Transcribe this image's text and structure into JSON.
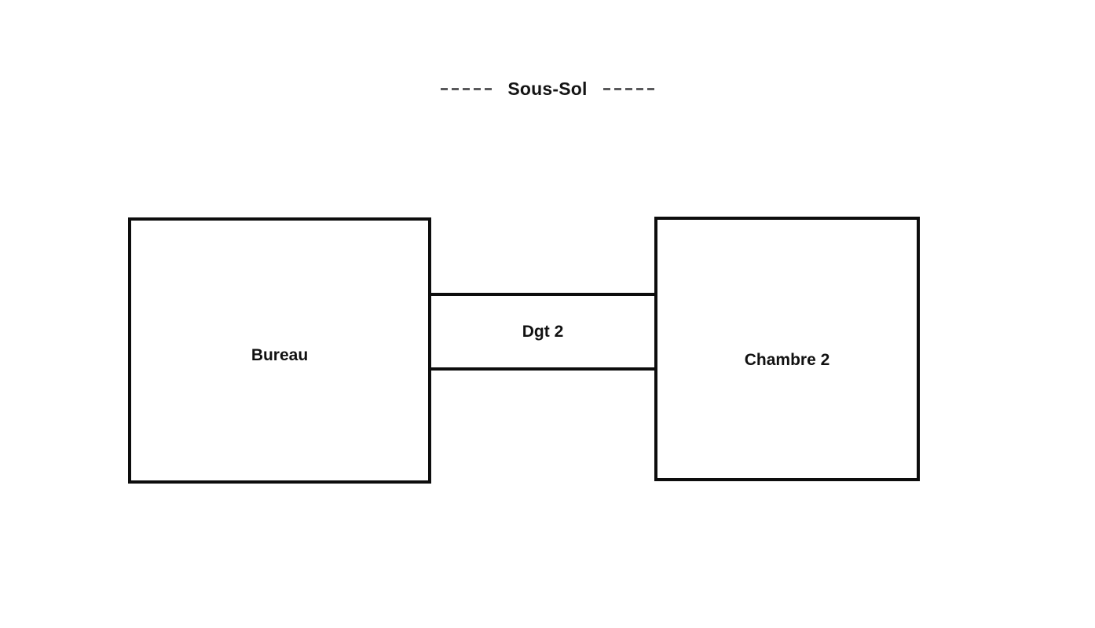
{
  "plan": {
    "title": {
      "text": "Sous-Sol",
      "left_dashes": 5,
      "right_dashes": 5,
      "dash_color": "#59595b",
      "text_color": "#141414"
    },
    "background_color": "#ffffff",
    "wall_color": "#0d0d0d",
    "rooms": [
      {
        "id": "bureau",
        "label": "Bureau",
        "shape": "rectangle"
      },
      {
        "id": "chambre2",
        "label": "Chambre 2",
        "shape": "rectangle"
      }
    ],
    "corridor": {
      "id": "dgt2",
      "label": "Dgt 2",
      "connects": "Bureau to Chambre 2"
    }
  }
}
